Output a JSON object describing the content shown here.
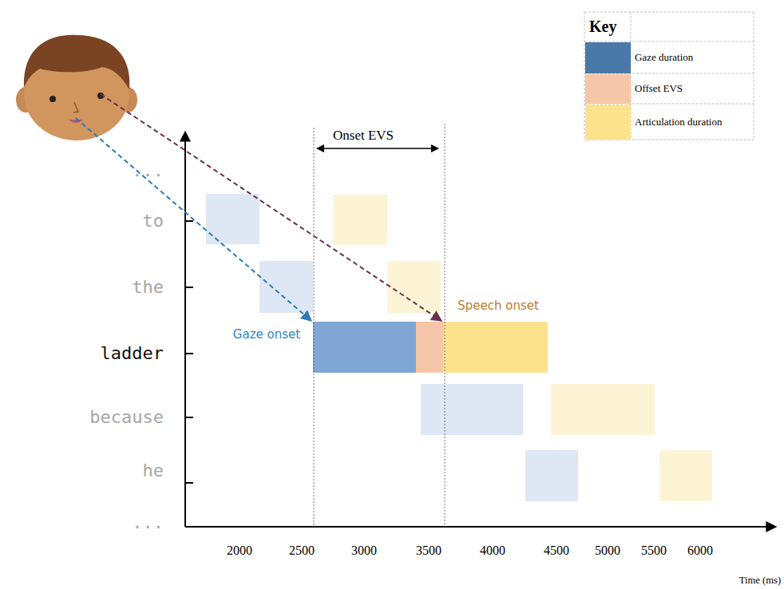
{
  "diagram": {
    "labels": [
      "Onset EVS",
      "...",
      "to",
      "the",
      "ladder",
      "Gaze onset",
      "Speech onset",
      "because",
      "he",
      "...",
      "2000",
      "2500",
      "3000",
      "3500",
      "4000",
      "4500",
      "5000",
      "5500",
      "6000",
      "Time (ms)",
      "Key"
    ],
    "legend": [
      {
        "text": "Gaze duration",
        "color": "#4a78a8"
      },
      {
        "text": "Offset EVS",
        "color": "#f6c6a8"
      },
      {
        "text": "Articulation duration",
        "color": "#fde28e"
      }
    ]
  }
}
